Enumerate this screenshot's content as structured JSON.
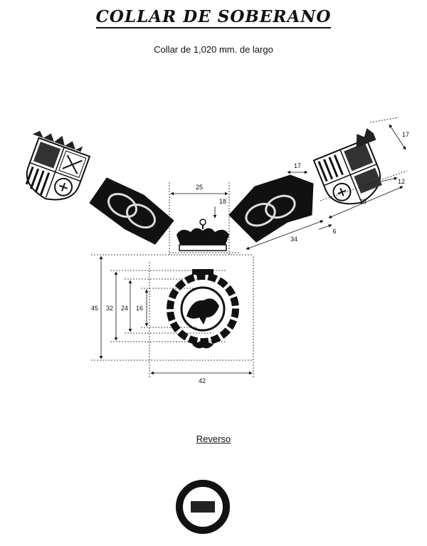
{
  "header": {
    "title": "COLLAR DE SOBERANO",
    "subtitle": "Collar de 1,020 mm. de largo"
  },
  "dimensions": {
    "d25": "25",
    "d18": "18",
    "d17_left": "17",
    "d17_top": "17",
    "d12": "12",
    "d28": "28",
    "d34": "34",
    "d6": "6",
    "d45": "45",
    "d32": "32",
    "d24": "24",
    "d16": "16",
    "d42": "42"
  },
  "reverse": {
    "label": "Reverso"
  }
}
